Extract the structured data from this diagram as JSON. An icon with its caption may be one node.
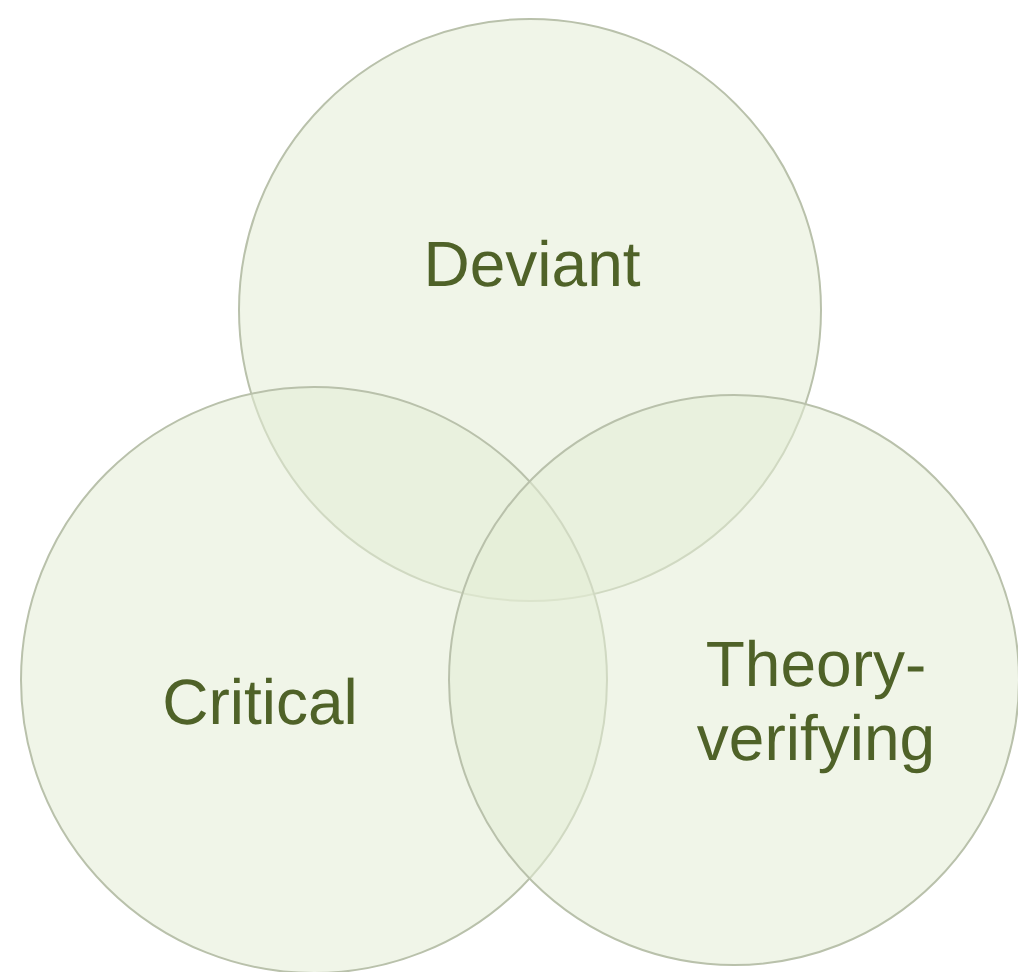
{
  "diagram": {
    "nodes": [
      {
        "text": [
          "Deviant"
        ]
      },
      {
        "text": [
          "Critical"
        ]
      },
      {
        "text": [
          "Theory- verifying"
        ]
      }
    ]
  }
}
